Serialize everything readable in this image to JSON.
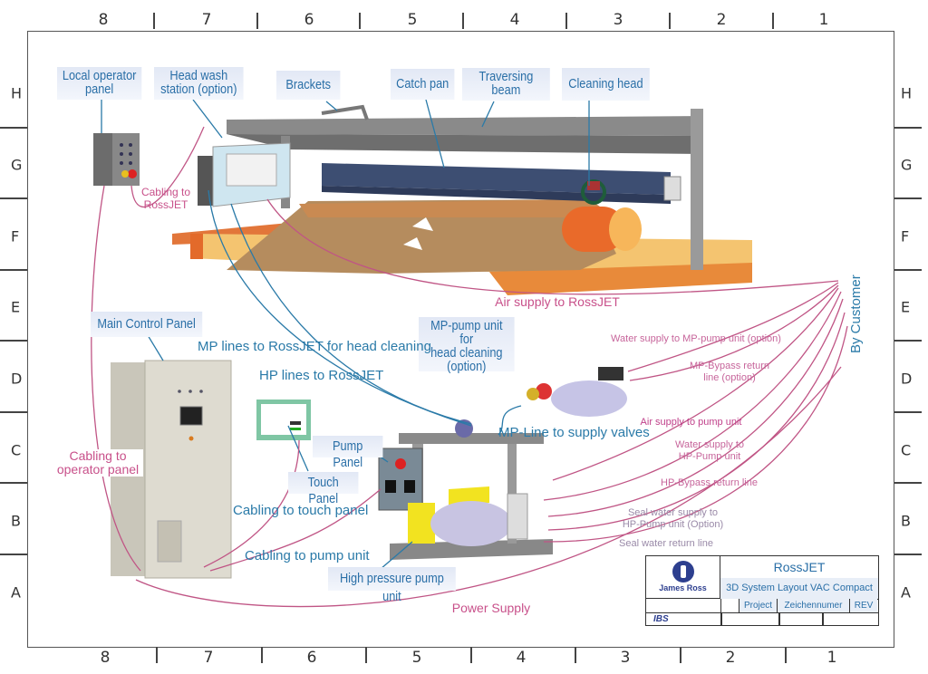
{
  "drawing": {
    "title": "RossJET 3D System Layout VAC Compact",
    "grid": {
      "columns": [
        "8",
        "7",
        "6",
        "5",
        "4",
        "3",
        "2",
        "1"
      ],
      "rows": [
        "H",
        "G",
        "F",
        "E",
        "D",
        "C",
        "B",
        "A"
      ]
    },
    "component_labels": {
      "local_operator_panel": "Local operator\npanel",
      "head_wash_station": "Head wash\nstation (option)",
      "brackets": "Brackets",
      "catch_pan": "Catch pan",
      "traversing_beam": "Traversing\nbeam",
      "cleaning_head": "Cleaning head",
      "main_control_panel": "Main Control Panel",
      "mp_pump_unit": "MP-pump unit for\nhead cleaning\n(option)",
      "pump_panel": "Pump Panel",
      "touch_panel": "Touch Panel",
      "high_pressure_pump_unit": "High pressure pump unit"
    },
    "line_labels": {
      "mp_lines": "MP lines to RossJET for head cleaning",
      "hp_lines": "HP lines to RossJET",
      "mp_line_supply_valves": "MP-Line to supply valves",
      "cabling_touch_panel": "Cabling to touch panel",
      "cabling_pump_unit": "Cabling to pump unit"
    },
    "supply_labels": {
      "cabling_rossjet": "Cabling to\nRossJET",
      "cabling_operator_panel": "Cabling to\noperator panel",
      "air_supply_rossjet": "Air supply to RossJET",
      "power_supply": "Power Supply",
      "water_supply_mp": "Water supply to MP-pump unit (option)",
      "mp_bypass": "MP-Bypass return\nline (option)",
      "air_supply_pump": "Air supply to pump unit",
      "water_supply_hp": "Water supply to\nHP-Pump unit",
      "hp_bypass": "HP-Bypass return line",
      "seal_water_supply": "Seal water supply to\nHP-Pump unit (Option)",
      "seal_water_return": "Seal water return line"
    },
    "by_customer": "By Customer",
    "title_block": {
      "company": "James Ross",
      "product": "RossJET",
      "subtitle": "3D System Layout VAC Compact",
      "project_label": "Project",
      "drawing_number_label": "Zeichennumer",
      "rev_label": "REV",
      "partner_logo": "IBS"
    },
    "colors": {
      "label_text": "#2a6fa7",
      "label_bg": "#e2e8f5",
      "supply_line": "#c8508a",
      "process_line": "#2a7aa8",
      "frame": "#555555"
    }
  }
}
